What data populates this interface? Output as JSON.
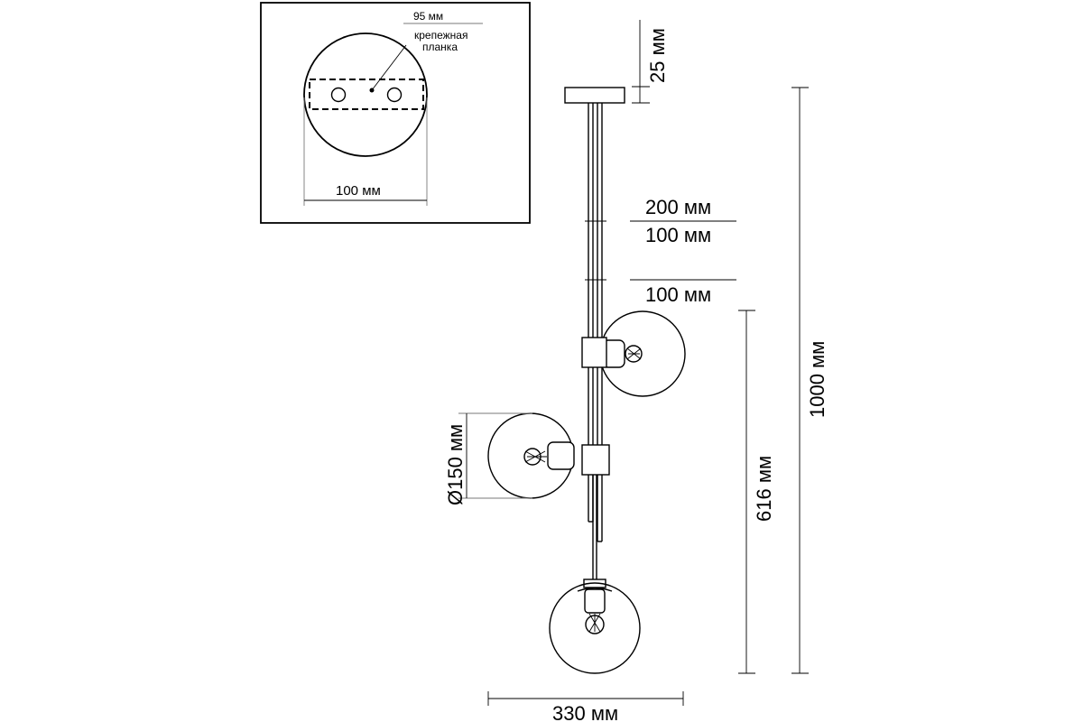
{
  "inset": {
    "hole_spacing": "95 мм",
    "plate_label_line1": "крепежная",
    "plate_label_line2": "планка",
    "canopy_diameter": "100 мм"
  },
  "dimensions": {
    "canopy_height": "25 мм",
    "rod_long": "200 мм",
    "rod_mid": "100 мм",
    "rod_short": "100 мм",
    "total_height": "1000 мм",
    "body_height": "616 мм",
    "shade_diameter": "Ø150 мм",
    "total_width": "330 мм"
  }
}
